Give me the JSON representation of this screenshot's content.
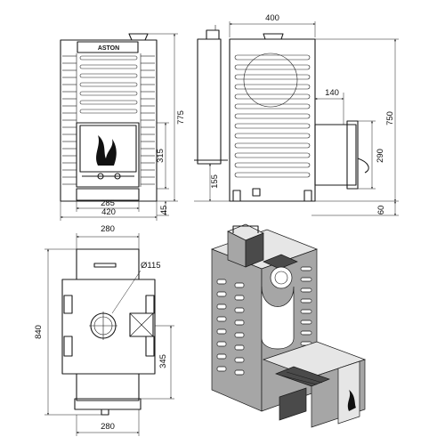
{
  "brand": {
    "logo": "ASTON"
  },
  "dimensions": {
    "front_inner_width": "285",
    "front_outer_width": "420",
    "front_height": "775",
    "front_door_height": "315",
    "front_leg_height": "45",
    "side_width": "400",
    "side_height": "750",
    "side_tunnel_length": "140",
    "side_tunnel_height": "290",
    "side_chimney_base": "155",
    "side_leg_height": "60",
    "top_width": "280",
    "top_length": "840",
    "top_chimney_diameter": "Ø115",
    "top_offset": "345",
    "bottom_width": "280"
  }
}
